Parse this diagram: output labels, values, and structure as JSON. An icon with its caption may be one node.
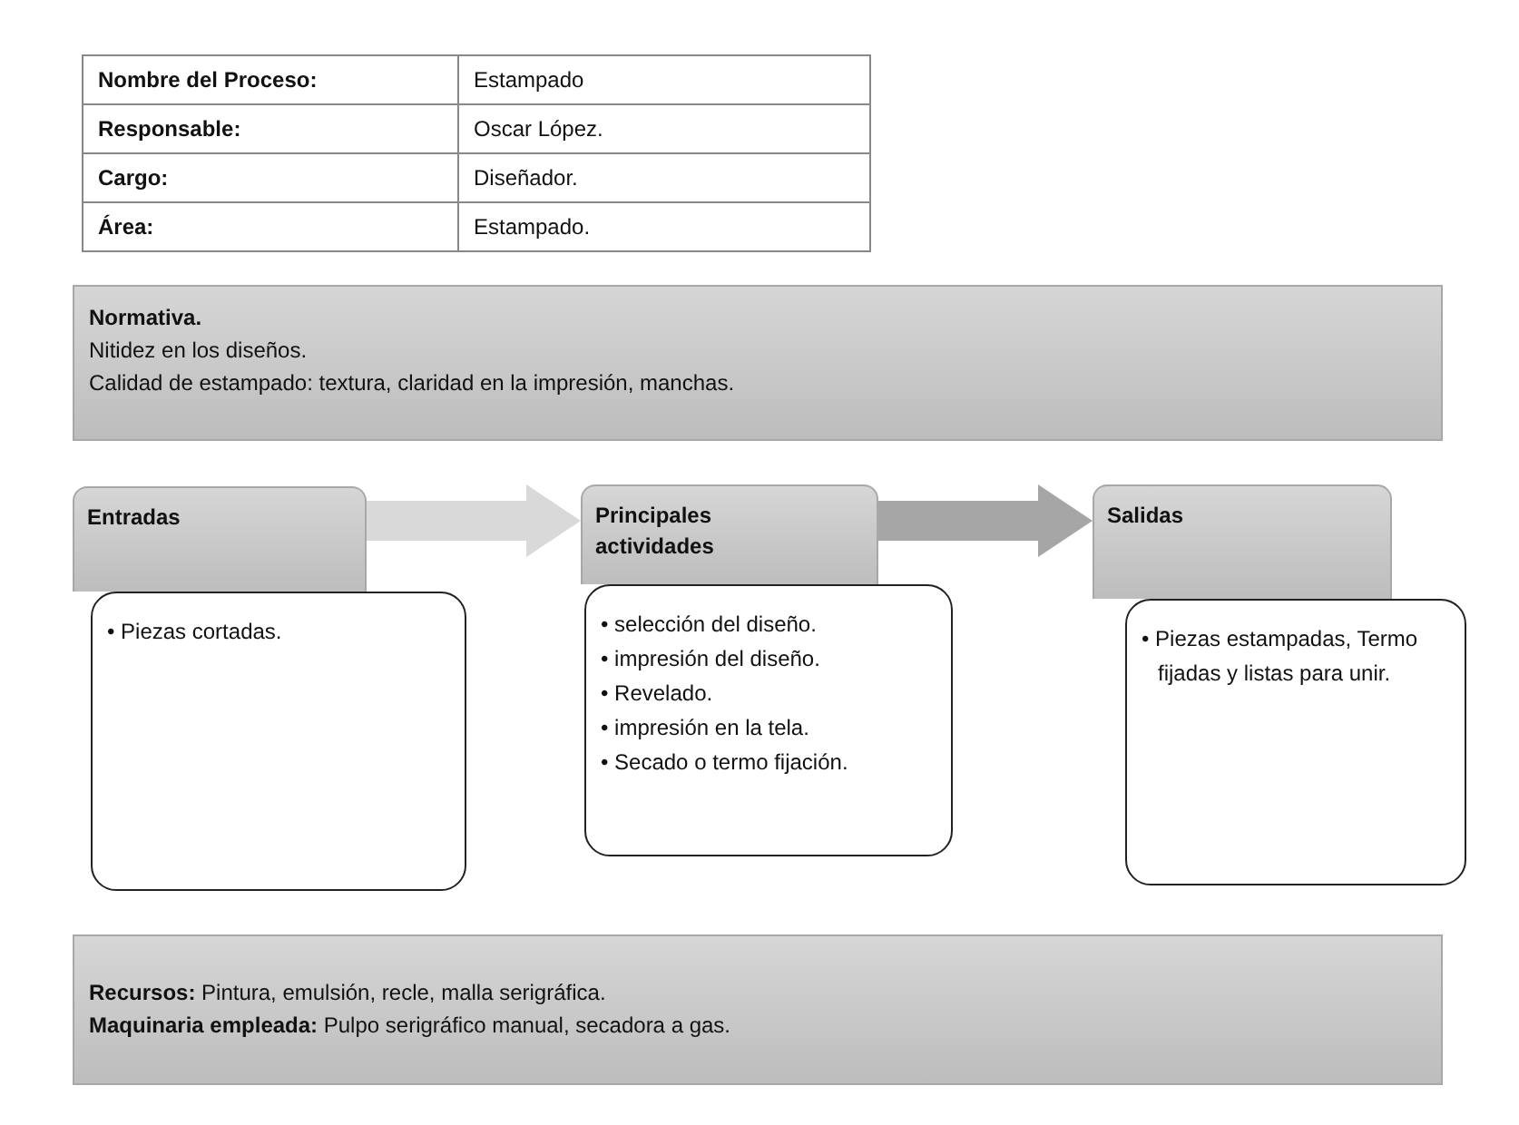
{
  "diagram": {
    "nodes": [
      {
        "text": [
          "Normativa.",
          "Nitidez en los diseños.",
          "Calidad de estampado: textura, claridad en la impresión, manchas."
        ]
      },
      {
        "text": [
          "Entradas"
        ]
      },
      {
        "text": [
          "• Piezas cortadas."
        ]
      },
      {
        "text": [
          "Principales actividades"
        ]
      },
      {
        "text": [
          "• selección del diseño.",
          "• impresión del diseño.",
          "• Revelado.",
          "• impresión en la tela.",
          "• Secado o termo fijación."
        ]
      },
      {
        "text": [
          "Salidas"
        ]
      },
      {
        "text": [
          "• Piezas estampadas, Termo fijadas y listas para unir."
        ]
      },
      {
        "text": [
          "**Recursos:** Pintura, emulsión, recle, malla serigráfica.",
          "**Maquinaria empleada:** Pulpo serigráfico manual, secadora a gas."
        ]
      }
    ],
    "edges": [
      {
        "from": 1,
        "to": 3,
        "arrow": "to",
        "color": "#d9d9d9"
      },
      {
        "from": 3,
        "to": 5,
        "arrow": "to",
        "color": "#a6a6a6"
      }
    ],
    "labels": [
      "Nombre del Proceso:",
      "Estampado",
      "Responsable:",
      "Oscar López.",
      "Cargo:",
      "Diseñador.",
      "Área:",
      "Estampado."
    ]
  }
}
